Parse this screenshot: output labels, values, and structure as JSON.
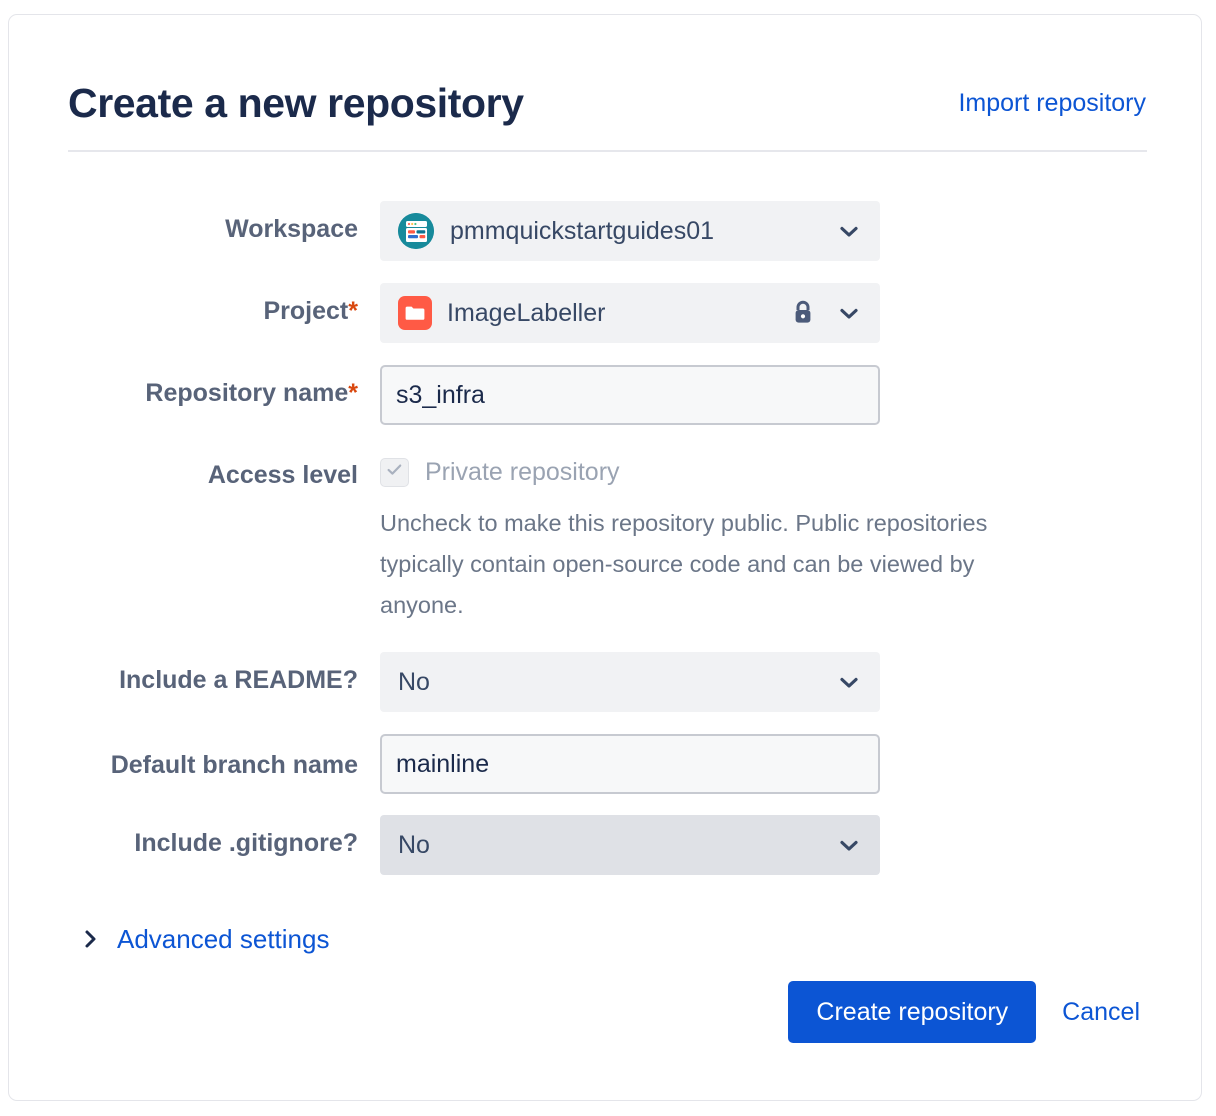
{
  "header": {
    "title": "Create a new repository",
    "import_link": "Import repository"
  },
  "form": {
    "workspace": {
      "label": "Workspace",
      "value": "pmmquickstartguides01",
      "avatar_icon": "workspace-avatar-icon",
      "chevron_icon": "chevron-down-icon"
    },
    "project": {
      "label": "Project",
      "required_marker": "*",
      "value": "ImageLabeller",
      "avatar_icon": "project-folder-icon",
      "lock_icon": "lock-icon",
      "chevron_icon": "chevron-down-icon"
    },
    "repository_name": {
      "label": "Repository name",
      "required_marker": "*",
      "value": "s3_infra",
      "placeholder": ""
    },
    "access_level": {
      "label": "Access level",
      "checkbox_checked": true,
      "checkbox_icon": "checkmark-icon",
      "checkbox_label": "Private repository",
      "help_text": "Uncheck to make this repository public. Public repositories typically contain open-source code and can be viewed by anyone."
    },
    "include_readme": {
      "label": "Include a README?",
      "value": "No",
      "chevron_icon": "chevron-down-icon"
    },
    "default_branch": {
      "label": "Default branch name",
      "value": "mainline",
      "placeholder": ""
    },
    "include_gitignore": {
      "label": "Include .gitignore?",
      "value": "No",
      "chevron_icon": "chevron-down-icon"
    },
    "advanced_settings": {
      "label": "Advanced settings",
      "chevron_icon": "chevron-right-icon"
    }
  },
  "actions": {
    "submit_label": "Create repository",
    "cancel_label": "Cancel"
  },
  "colors": {
    "accent_blue": "#0c55d4",
    "title_navy": "#1b2a4b",
    "label_gray": "#586379",
    "required_orange": "#d9480f",
    "field_bg": "#f1f2f4",
    "field_bg_hover": "#dfe1e6",
    "input_bg": "#f7f8f9",
    "input_border": "#c7cad1",
    "help_text_gray": "#6b7688",
    "disabled_gray": "#9aa3b2",
    "workspace_avatar_teal": "#178a9b",
    "project_avatar_red": "#ff5a45",
    "lock_slate": "#4c5b7a"
  }
}
